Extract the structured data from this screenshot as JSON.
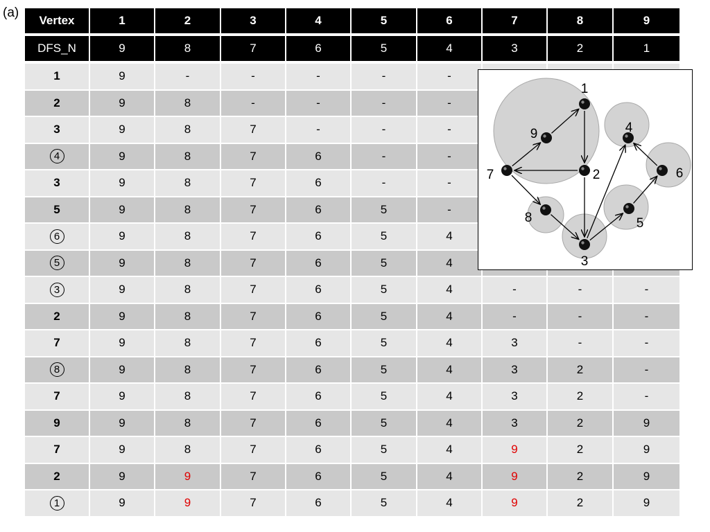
{
  "panel_label": "(a)",
  "table": {
    "header": [
      "Vertex",
      "1",
      "2",
      "3",
      "4",
      "5",
      "6",
      "7",
      "8",
      "9"
    ],
    "dfs_row": [
      "DFS_N",
      "9",
      "8",
      "7",
      "6",
      "5",
      "4",
      "3",
      "2",
      "1"
    ],
    "rows": [
      {
        "vertex": "1",
        "circled": false,
        "cells": [
          "9",
          "-",
          "-",
          "-",
          "-",
          "-",
          "",
          "",
          ""
        ]
      },
      {
        "vertex": "2",
        "circled": false,
        "cells": [
          "9",
          "8",
          "-",
          "-",
          "-",
          "-",
          "",
          "",
          ""
        ]
      },
      {
        "vertex": "3",
        "circled": false,
        "cells": [
          "9",
          "8",
          "7",
          "-",
          "-",
          "-",
          "",
          "",
          ""
        ]
      },
      {
        "vertex": "4",
        "circled": true,
        "cells": [
          "9",
          "8",
          "7",
          "6",
          "-",
          "-",
          "",
          "",
          ""
        ]
      },
      {
        "vertex": "3",
        "circled": false,
        "cells": [
          "9",
          "8",
          "7",
          "6",
          "-",
          "-",
          "",
          "",
          ""
        ]
      },
      {
        "vertex": "5",
        "circled": false,
        "cells": [
          "9",
          "8",
          "7",
          "6",
          "5",
          "-",
          "",
          "",
          ""
        ]
      },
      {
        "vertex": "6",
        "circled": true,
        "cells": [
          "9",
          "8",
          "7",
          "6",
          "5",
          "4",
          "",
          "",
          ""
        ]
      },
      {
        "vertex": "5",
        "circled": true,
        "cells": [
          "9",
          "8",
          "7",
          "6",
          "5",
          "4",
          "",
          "",
          ""
        ]
      },
      {
        "vertex": "3",
        "circled": true,
        "cells": [
          "9",
          "8",
          "7",
          "6",
          "5",
          "4",
          "-",
          "-",
          "-"
        ]
      },
      {
        "vertex": "2",
        "circled": false,
        "cells": [
          "9",
          "8",
          "7",
          "6",
          "5",
          "4",
          "-",
          "-",
          "-"
        ]
      },
      {
        "vertex": "7",
        "circled": false,
        "cells": [
          "9",
          "8",
          "7",
          "6",
          "5",
          "4",
          "3",
          "-",
          "-"
        ]
      },
      {
        "vertex": "8",
        "circled": true,
        "cells": [
          "9",
          "8",
          "7",
          "6",
          "5",
          "4",
          "3",
          "2",
          "-"
        ]
      },
      {
        "vertex": "7",
        "circled": false,
        "cells": [
          "9",
          "8",
          "7",
          "6",
          "5",
          "4",
          "3",
          "2",
          "-"
        ]
      },
      {
        "vertex": "9",
        "circled": false,
        "cells": [
          "9",
          "8",
          "7",
          "6",
          "5",
          "4",
          "3",
          "2",
          "9"
        ]
      },
      {
        "vertex": "7",
        "circled": false,
        "cells": [
          "9",
          "8",
          "7",
          "6",
          "5",
          "4",
          "9",
          "2",
          "9"
        ],
        "red": [
          6
        ]
      },
      {
        "vertex": "2",
        "circled": false,
        "cells": [
          "9",
          "9",
          "7",
          "6",
          "5",
          "4",
          "9",
          "2",
          "9"
        ],
        "red": [
          1,
          6
        ]
      },
      {
        "vertex": "1",
        "circled": true,
        "cells": [
          "9",
          "9",
          "7",
          "6",
          "5",
          "4",
          "9",
          "2",
          "9"
        ],
        "red": [
          1,
          6
        ]
      }
    ],
    "colors": {
      "header_bg": "#000000",
      "row_light": "#e6e6e6",
      "row_dark": "#c9c9c9",
      "highlight": "#e00000"
    }
  },
  "graph": {
    "nodes": [
      "1",
      "2",
      "3",
      "4",
      "5",
      "6",
      "7",
      "8",
      "9"
    ],
    "edges": [
      [
        "1",
        "2"
      ],
      [
        "2",
        "7"
      ],
      [
        "7",
        "9"
      ],
      [
        "9",
        "1"
      ],
      [
        "7",
        "8"
      ],
      [
        "8",
        "3"
      ],
      [
        "2",
        "3"
      ],
      [
        "3",
        "5"
      ],
      [
        "3",
        "4"
      ],
      [
        "5",
        "6"
      ],
      [
        "6",
        "4"
      ]
    ]
  }
}
